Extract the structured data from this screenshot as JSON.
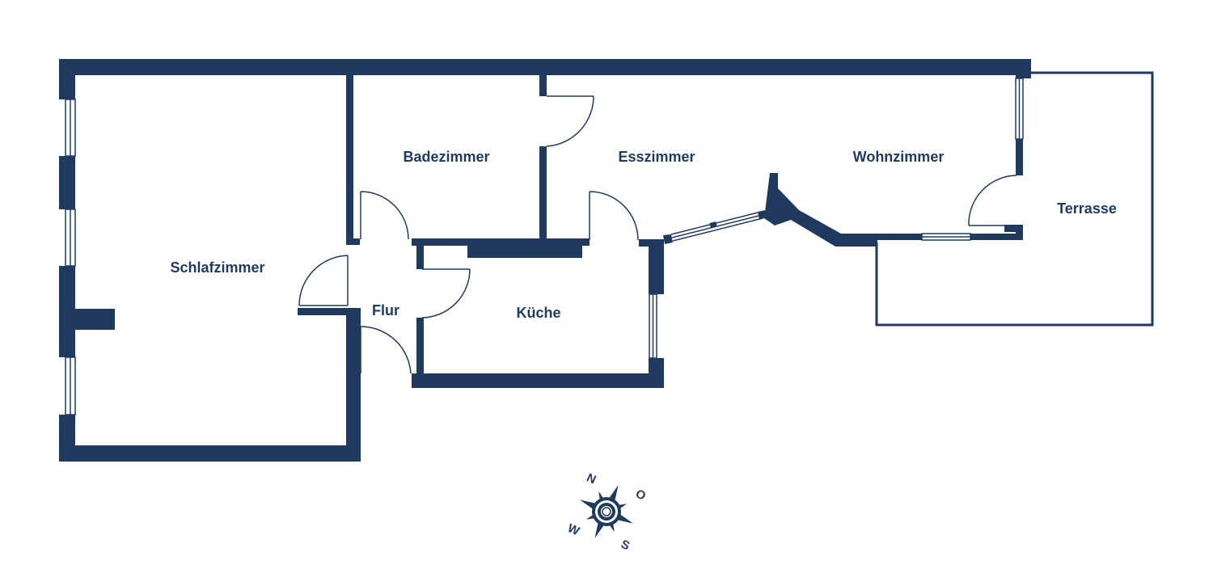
{
  "colors": {
    "wall": "#1f3a5c",
    "background": "#ffffff",
    "window_glass": "#ffffff"
  },
  "rooms": {
    "schlafzimmer": "Schlafzimmer",
    "badezimmer": "Badezimmer",
    "esszimmer": "Esszimmer",
    "wohnzimmer": "Wohnzimmer",
    "terrasse": "Terrasse",
    "flur": "Flur",
    "kueche": "Küche"
  },
  "compass": {
    "north": "N",
    "east": "O",
    "south": "S",
    "west": "W",
    "icon": "compass-rose-icon"
  }
}
